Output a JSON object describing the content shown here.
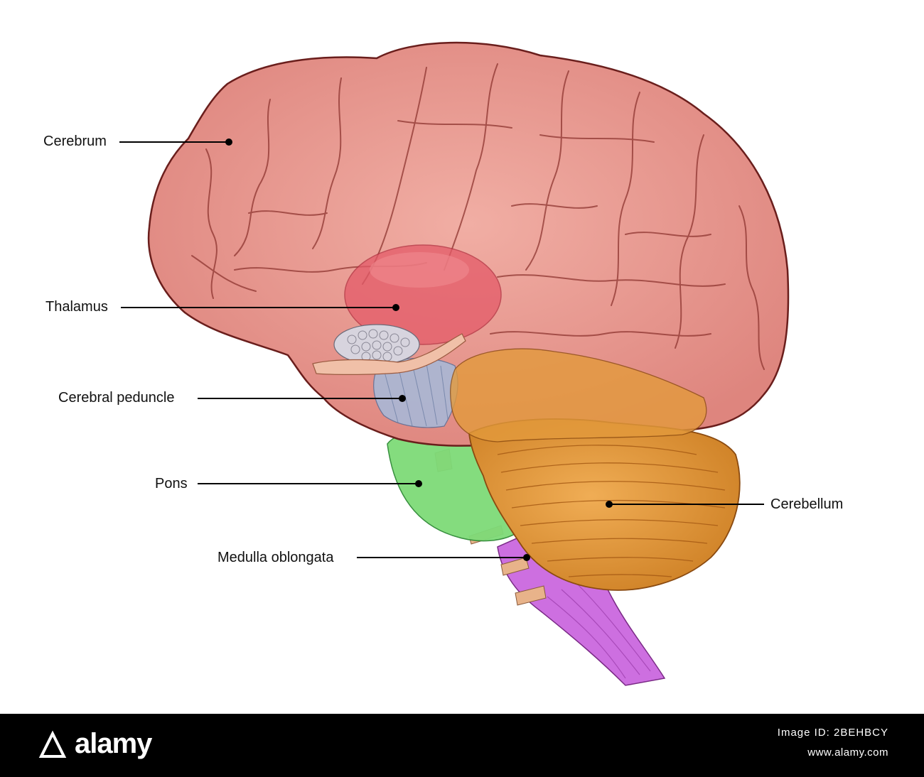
{
  "labels": {
    "cerebrum": "Cerebrum",
    "thalamus": "Thalamus",
    "cerebral_peduncle": "Cerebral peduncle",
    "pons": "Pons",
    "cerebellum": "Cerebellum",
    "medulla_oblongata": "Medulla oblongata"
  },
  "watermark": {
    "logo_text": "alamy",
    "image_id": "Image ID: 2BEHBCY",
    "url": "www.alamy.com"
  },
  "colors": {
    "cerebrum": "#e8948c",
    "cerebrum_outline": "#6a1e1c",
    "thalamus": "#e2606c",
    "cerebral_peduncle": "#a9b8d6",
    "pons": "#7fdb7a",
    "cerebellum": "#e39a3c",
    "medulla": "#cf6ce0"
  }
}
